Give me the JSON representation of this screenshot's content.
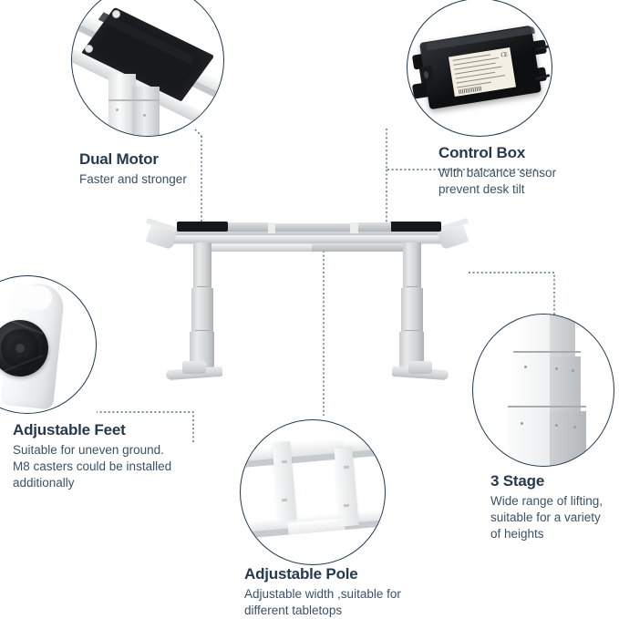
{
  "page": {
    "kind": "product-feature-infographic",
    "product": "height adjustable standing desk frame",
    "background_color": "#ffffff",
    "title_color": "#27394d",
    "body_color": "#3d5066",
    "line_color": "#20374d",
    "connector_color": "#2b4f73"
  },
  "features": [
    {
      "id": "dual-motor",
      "title": "Dual Motor",
      "description": "Faster and stronger",
      "art": "desk-crossbar-with-black-motor-housing"
    },
    {
      "id": "control-box",
      "title": "Control Box",
      "description": "With balcance sensor\nprevent desk tilt",
      "art": "black-control-box-with-spec-label"
    },
    {
      "id": "adjustable-feet",
      "title": "Adjustable Feet",
      "description": "Suitable for uneven ground.\nM8 casters could be installed\nadditionally",
      "art": "white-foot-end-with-black-adjustable-glide"
    },
    {
      "id": "adjustable-pole",
      "title": "Adjustable Pole",
      "description": "Adjustable width ,suitable for\ndifferent  tabletops",
      "art": "telescoping-rectangular-frame-with-brackets"
    },
    {
      "id": "three-stage",
      "title": "3 Stage",
      "description": "Wide range of lifting,\nsuitable for a variety\nof heights",
      "art": "three-segment-telescoping-column"
    }
  ],
  "center_product": {
    "name": "standing-desk-frame",
    "description": "Two-leg electric standing desk frame, light grey, with two black motor housings on the top crossbar and flared feet"
  },
  "control_box_label": {
    "ce_mark": "CE",
    "printed_rows": 7,
    "note": "microprinted specification sticker, text not legible at this resolution"
  }
}
